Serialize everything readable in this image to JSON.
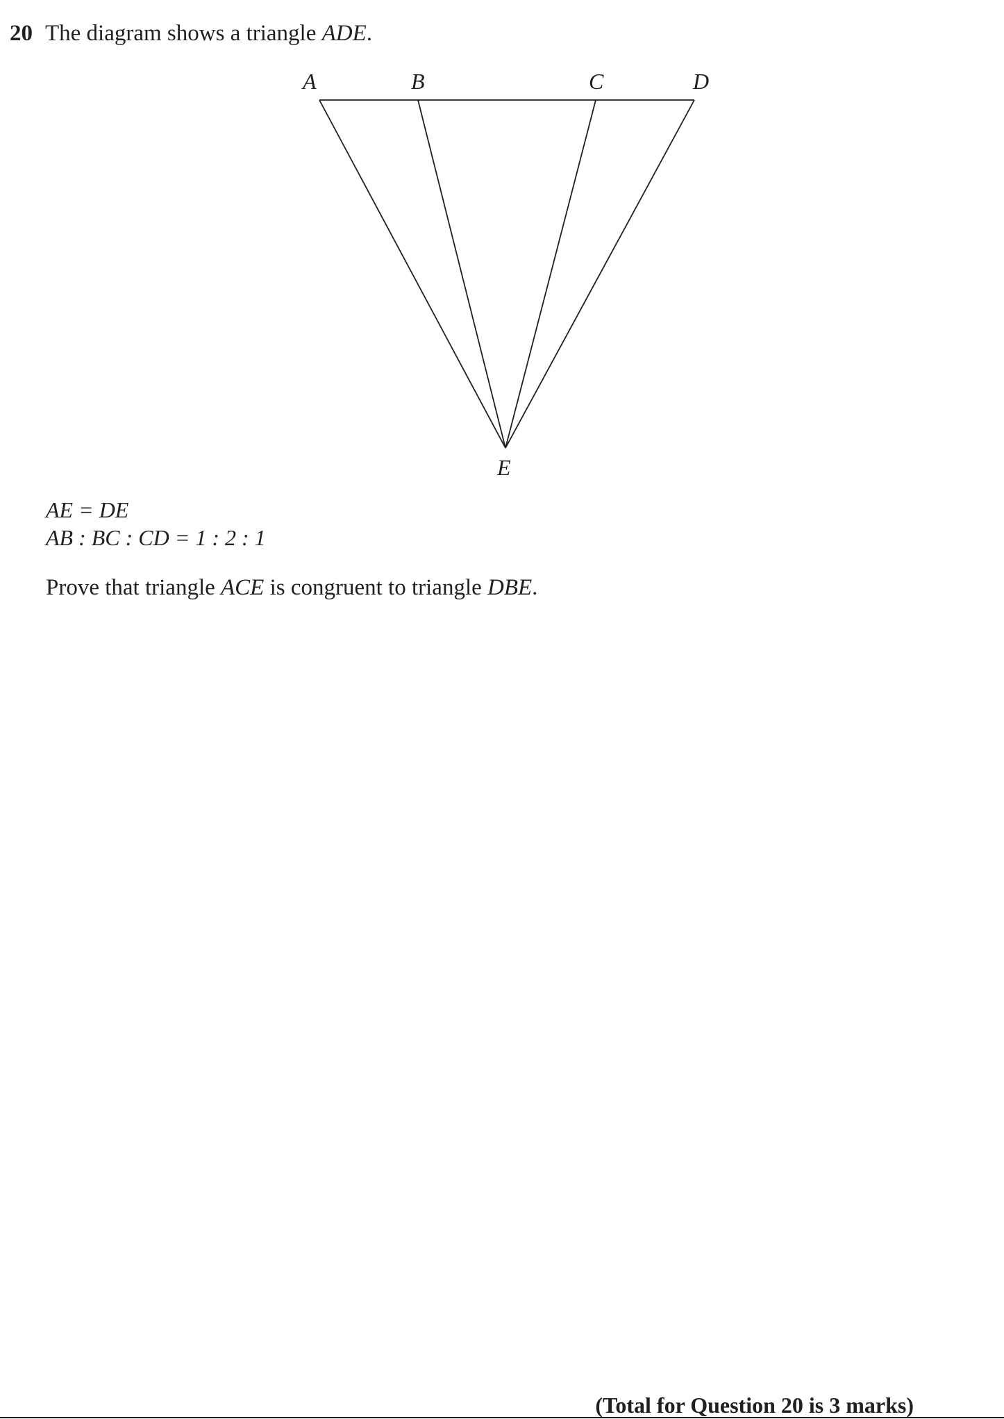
{
  "question": {
    "number": "20",
    "intro_text": "The diagram shows a triangle ",
    "intro_math": "ADE",
    "intro_end": "."
  },
  "diagram": {
    "labels": {
      "A": "A",
      "B": "B",
      "C": "C",
      "D": "D",
      "E": "E"
    }
  },
  "given": {
    "line1": "AE = DE",
    "line2": "AB : BC : CD = 1 : 2 : 1"
  },
  "prove": {
    "text1": "Prove that triangle ",
    "math1": "ACE",
    "text2": " is congruent to triangle ",
    "math2": "DBE",
    "text3": "."
  },
  "footer": {
    "total": "(Total for Question 20 is 3 marks)"
  }
}
